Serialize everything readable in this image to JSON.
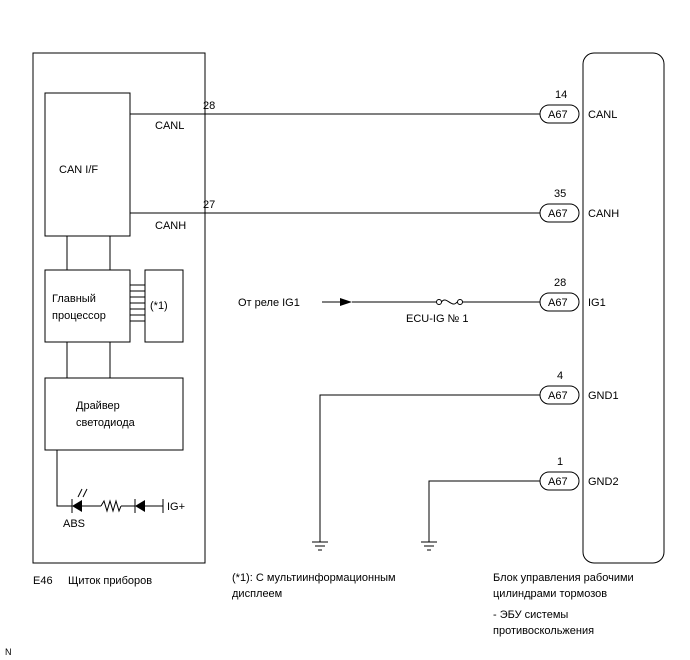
{
  "left_box": {
    "can_if": "CAN I/F",
    "main_cpu_line1": "Главный",
    "main_cpu_line2": "процессор",
    "footnote_box": "(*1)",
    "led_driver_line1": "Драйвер",
    "led_driver_line2": "светодиода",
    "abs_label": "ABS",
    "ig_plus": "IG+",
    "canl_label": "CANL",
    "canh_label": "CANH"
  },
  "wires": {
    "canl_pin": "28",
    "canh_pin": "27",
    "relay_label": "От реле IG1",
    "fuse_label": "ECU-IG № 1"
  },
  "connectors": [
    {
      "pin": "14",
      "code": "A67",
      "signal": "CANL"
    },
    {
      "pin": "35",
      "code": "A67",
      "signal": "CANH"
    },
    {
      "pin": "28",
      "code": "A67",
      "signal": "IG1"
    },
    {
      "pin": "4",
      "code": "A67",
      "signal": "GND1"
    },
    {
      "pin": "1",
      "code": "A67",
      "signal": "GND2"
    }
  ],
  "captions": {
    "left_code": "E46",
    "left_name": "Щиток приборов",
    "footnote_line1": "(*1): С мультиинформационным",
    "footnote_line2": "дисплеем",
    "right_line1": "Блок управления рабочими",
    "right_line2": "цилиндрами тормозов",
    "right_line3": "- ЭБУ системы",
    "right_line4": "противоскольжения",
    "corner": "N"
  }
}
